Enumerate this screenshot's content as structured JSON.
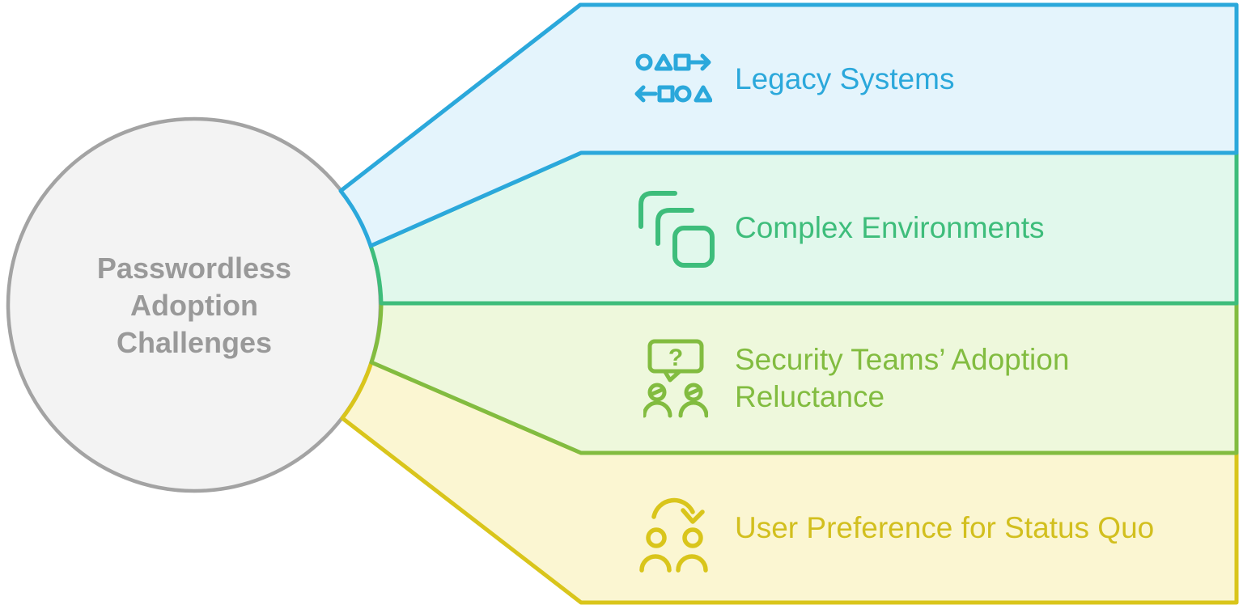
{
  "center": {
    "label": "Passwordless Adoption Challenges",
    "fill_color": "#F3F3F3",
    "border_color": "#A3A3A3",
    "text_color": "#999999"
  },
  "challenges": [
    {
      "label": "Legacy Systems",
      "icon": "shapes-data-exchange-icon",
      "accent_color": "#2BA8DB",
      "fill_color": "#E4F4FC"
    },
    {
      "label": "Complex Environments",
      "icon": "stacked-layers-icon",
      "accent_color": "#3EBD7B",
      "fill_color": "#E1F8EC"
    },
    {
      "label": "Security Teams’ Adoption Reluctance",
      "icon": "question-discussion-icon",
      "accent_color": "#82BC40",
      "fill_color": "#EEF8DC"
    },
    {
      "label": "User Preference for Status Quo",
      "icon": "user-change-arrow-icon",
      "accent_color": "#D9C51B",
      "fill_color": "#FBF6D2"
    }
  ],
  "icon_glyphs": {
    "question_mark": "?"
  }
}
